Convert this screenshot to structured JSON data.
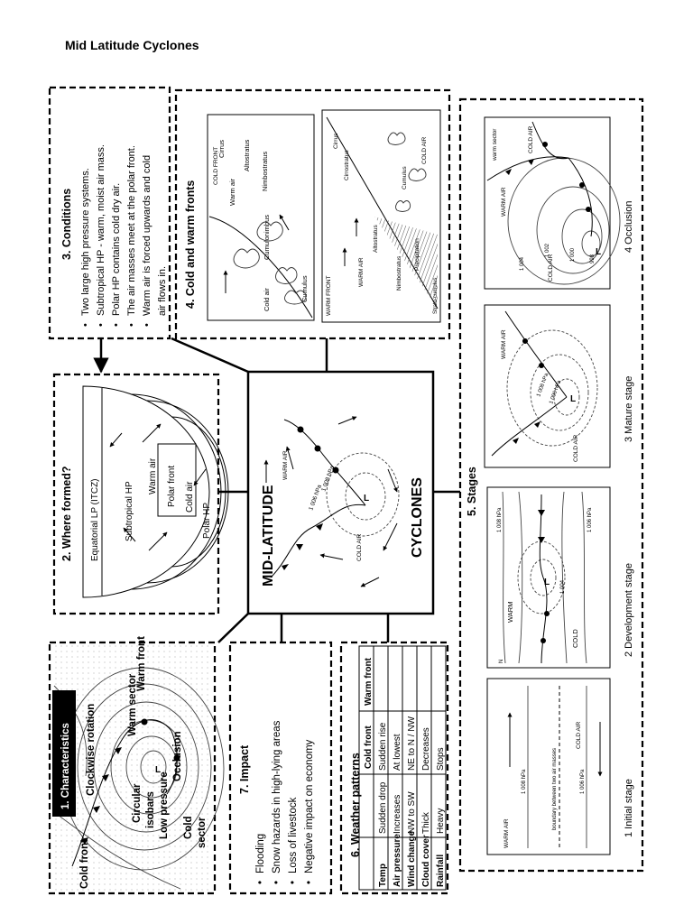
{
  "page_title": "Mid Latitude Cyclones",
  "center": {
    "title_1": "MID-LATITUDE",
    "title_2": "CYCLONES",
    "warm_air": "WARM AIR",
    "cold_air": "COLD AIR",
    "low": "L",
    "iso_1": "1 006 hPa",
    "iso_2": "1 008 hPa"
  },
  "conditions": {
    "heading": "3. Conditions",
    "bullets": [
      "Two large high pressure systems.",
      "Subtropical HP - warm, moist air mass.",
      "Polar HP contains cold dry air.",
      "The air masses meet at the polar front.",
      "Warm air is forced upwards and cold",
      "air flows in."
    ]
  },
  "fronts": {
    "heading": "4. Cold and warm fronts",
    "cold_front_diagram": {
      "label": "COLD FRONT",
      "cirrus": "Cirrus",
      "warm_air": "Warm air",
      "altostratus": "Altostratus",
      "nimbostratus": "Nimbostratus",
      "cumulonimbus": "Cumulonimbus",
      "cold_air": "Cold air",
      "cumulus": "Cumulus"
    },
    "warm_front_diagram": {
      "label": "WARM FRONT",
      "cold_air": "COLD AIR",
      "warm_air": "WARM AIR",
      "cirrus": "Cirrus",
      "cirrostratus": "Cirrostratus",
      "cumulus": "Cumulus",
      "altostratus": "Altostratus",
      "nimbostratus": "Nimbostratus",
      "precipitation": "Precipitation",
      "stratocumulus": "Strato-cumulus"
    }
  },
  "where_formed": {
    "heading": "2. Where formed?",
    "itcz": "Equatorial LP (ITCZ)",
    "subtropical": "Subtropical HP",
    "warm_air": "Warm air",
    "polar_front": "Polar front",
    "cold_air": "Cold air",
    "polar_hp": "Polar HP"
  },
  "stages": {
    "heading": "5. Stages",
    "labels": [
      "1 Initial stage",
      "2 Development stage",
      "3 Mature stage",
      "4 Occlusion"
    ],
    "initial": {
      "warm_air": "WARM AIR",
      "cold_air": "COLD AIR",
      "boundary": "boundary between two air masses",
      "iso_1008": "1 008 hPa",
      "iso_1006": "1 006 hPa"
    },
    "development": {
      "warm": "WARM",
      "cold": "COLD",
      "iso_1008": "1 008 hPa",
      "iso_1006": "1 006 hPa",
      "iso_1004": "1 004",
      "low": "L",
      "north": "N"
    },
    "mature": {
      "warm_air": "WARM AIR",
      "cold_air": "COLD AIR",
      "iso_1008": "1 008 hPa",
      "iso_1006": "1 006 hPa",
      "low": "L"
    },
    "occlusion": {
      "warm_sector": "warm sector",
      "cold_air_top": "COLD AIR",
      "warm_air": "WARM AIR",
      "cold_air_bottom": "COLD AIR",
      "iso_1004": "1 004",
      "iso_1002": "1 002",
      "iso_1000": "1 000",
      "iso_998": "998",
      "low": "L"
    }
  },
  "weather": {
    "heading": "6. Weather patterns",
    "columns": [
      "",
      "Cold front",
      "Warm front"
    ],
    "rows": [
      [
        "Temp",
        "Sudden drop",
        "Sudden rise"
      ],
      [
        "Air pressure",
        "Increases",
        "At lowest"
      ],
      [
        "Wind change",
        "NW to SW",
        "NE to N / NW"
      ],
      [
        "Cloud cover",
        "Thick",
        "Decreases"
      ],
      [
        "Rainfall",
        "Heavy",
        "Stops"
      ]
    ]
  },
  "impact": {
    "heading": "7. Impact",
    "bullets": [
      "Flooding",
      "Snow hazards in high-lying areas",
      "Loss of livestock",
      "Negative impact on economy"
    ]
  },
  "characteristics": {
    "heading": "1. Characteristics",
    "annotations": {
      "cold_front": "Cold front",
      "clockwise": "Clockwise rotation",
      "warm_sector": "Warm sector",
      "warm_front": "Warm front",
      "circular": "Circular",
      "isobars": "isobars",
      "low_pressure": "Low pressure",
      "occlusion": "Occlusion",
      "cold": "Cold",
      "sector": "sector"
    },
    "map_low": "L"
  },
  "colors": {
    "ink": "#000000",
    "paper": "#ffffff",
    "rain": "#555555"
  }
}
